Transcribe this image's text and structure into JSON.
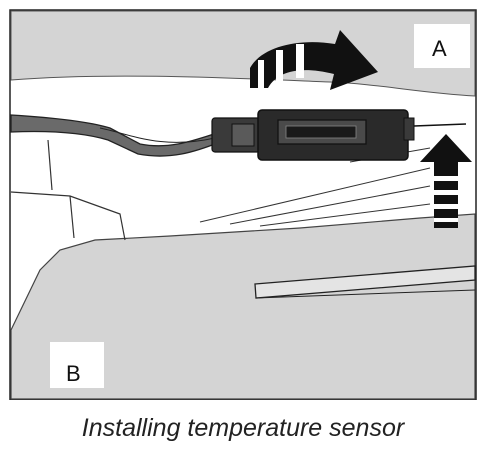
{
  "figure": {
    "callout_a": "A",
    "callout_b": "B",
    "caption": "Installing temperature sensor"
  },
  "colors": {
    "panel_gray": "#d4d4d4",
    "outline": "#111111",
    "connector_dark": "#2a2a2a",
    "background": "#ffffff"
  },
  "icons": {
    "rotation_arrow": "curved-arrow-icon",
    "push_arrow": "up-arrow-icon"
  }
}
